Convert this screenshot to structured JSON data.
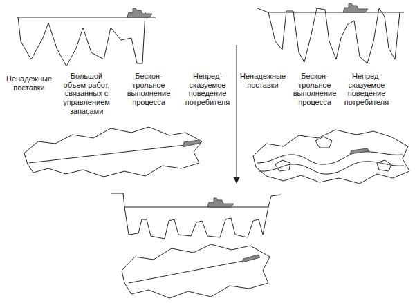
{
  "diagram": {
    "labels": [
      "Ненадежные поставки",
      "Большой объем работ, связанных с управлением запасами",
      "Бескон- трольное выполнение процесса",
      "Непред- сказуемое поведение потребителя",
      "Ненадежные поставки",
      "Бескон- трольное выполнение процесса",
      "Непред- сказуемое поведение потребителя"
    ]
  }
}
